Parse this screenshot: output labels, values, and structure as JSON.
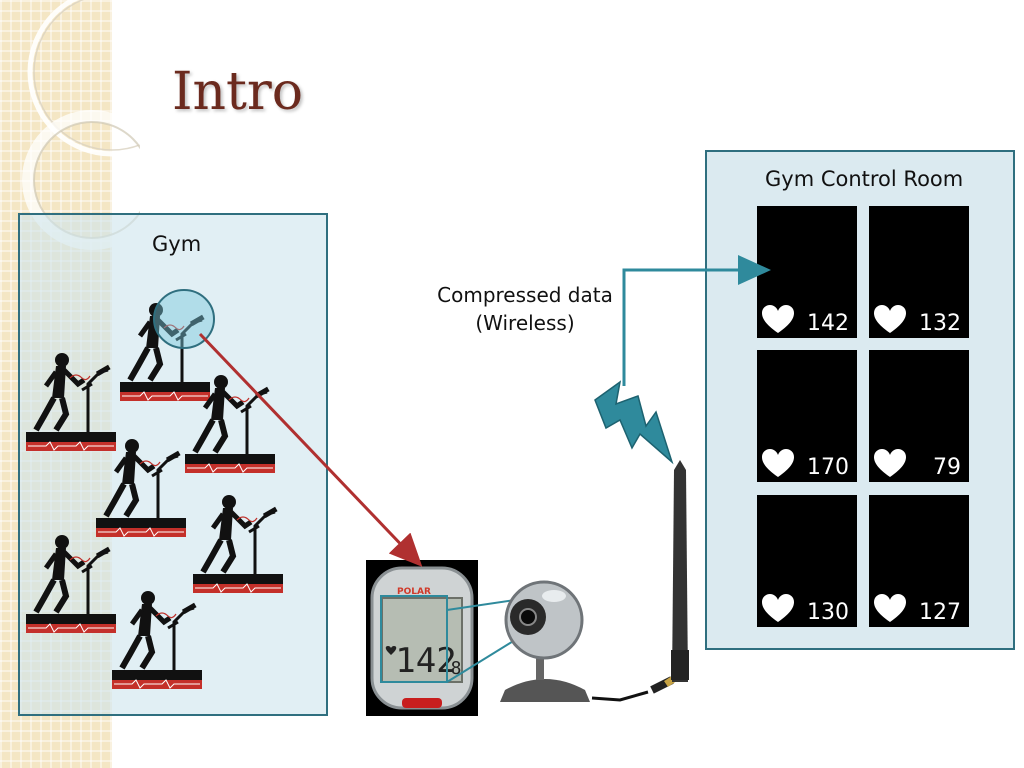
{
  "slide": {
    "title": "Intro"
  },
  "gym": {
    "label": "Gym"
  },
  "link": {
    "line1": "Compressed data",
    "line2": "(Wireless)"
  },
  "control_room": {
    "label": "Gym Control Room",
    "monitors": [
      {
        "bpm": "142"
      },
      {
        "bpm": "132"
      },
      {
        "bpm": "170"
      },
      {
        "bpm": "79"
      },
      {
        "bpm": "130"
      },
      {
        "bpm": "127"
      }
    ]
  },
  "watch": {
    "brand": "POLAR",
    "reading": "142",
    "sub": "8"
  },
  "colors": {
    "title": "#6b2a1e",
    "panel_border": "#2f6f7f",
    "red_arrow": "#b03030",
    "teal_arrow": "#2f8a9c"
  }
}
